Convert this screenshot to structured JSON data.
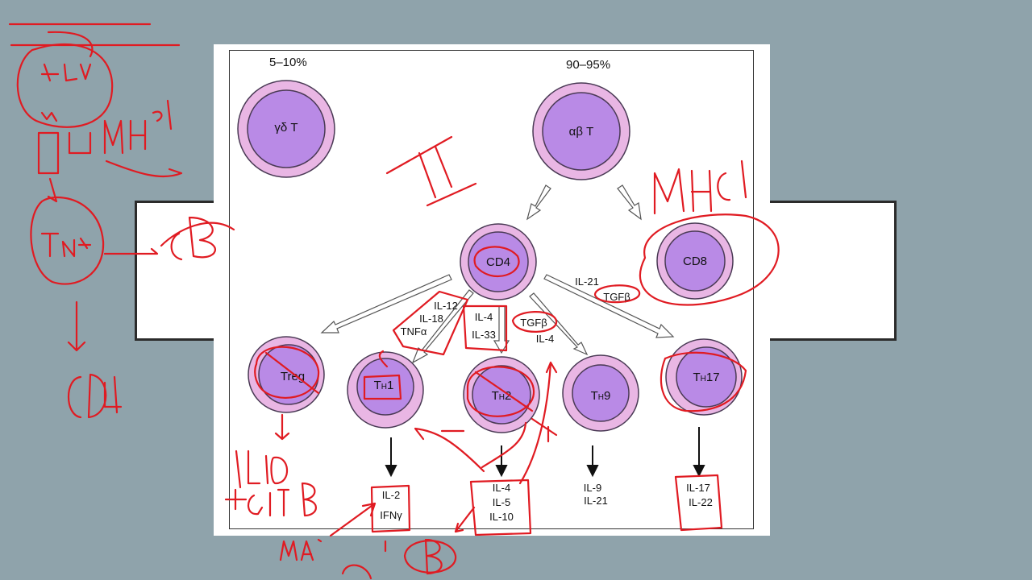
{
  "diagram": {
    "percent_left": "5–10%",
    "percent_right": "90–95%",
    "cells": {
      "gd": "γδ T",
      "ab": "αβ T",
      "cd4": "CD4",
      "cd8": "CD8",
      "treg": "Treg",
      "th1_main": "T",
      "th1_sub": "H",
      "th1_num": "1",
      "th2_main": "T",
      "th2_sub": "H",
      "th2_num": "2",
      "th9_main": "T",
      "th9_sub": "H",
      "th9_num": "9",
      "th17_main": "T",
      "th17_sub": "H",
      "th17_num": "17"
    },
    "inducers": {
      "th1": [
        "IL-12",
        "IL-18",
        "TNFα"
      ],
      "th2": [
        "IL-4",
        "IL-33"
      ],
      "th9": [
        "TGFβ",
        "IL-4"
      ],
      "th17": [
        "IL-21",
        "TGFβ"
      ]
    },
    "outputs": {
      "th1": [
        "IL-2",
        "IFNγ"
      ],
      "th2": [
        "IL-4",
        "IL-5",
        "IL-10"
      ],
      "th9": [
        "IL-9",
        "IL-21"
      ],
      "th17": [
        "IL-17",
        "IL-22"
      ]
    }
  },
  "colors": {
    "outer_membrane": "#e9b6e4",
    "inner_cell": "#b98ae6",
    "annotation_ink": "#e01b22",
    "background": "#8fa3ab"
  }
}
